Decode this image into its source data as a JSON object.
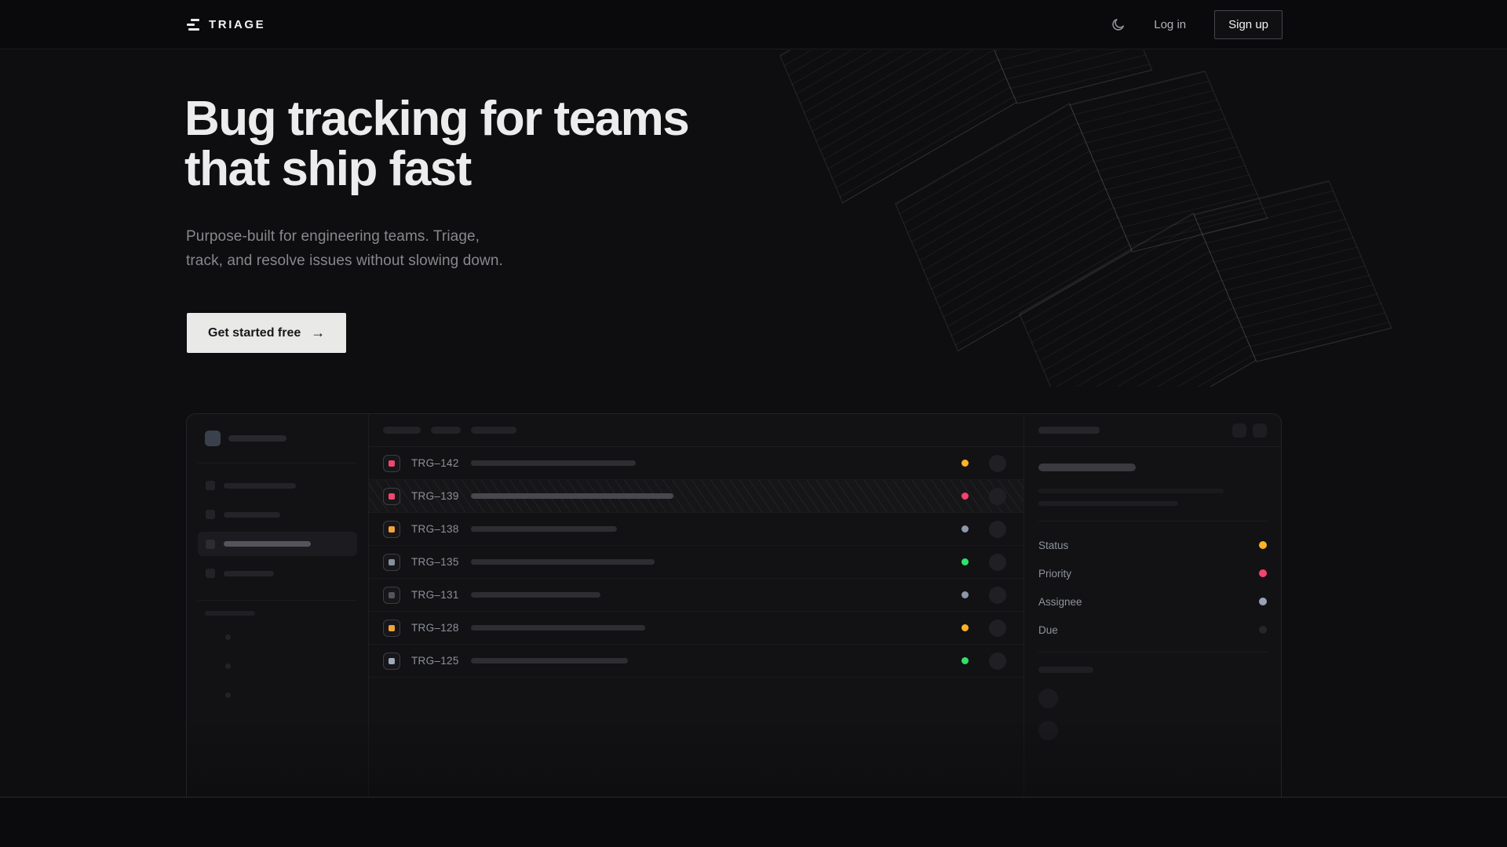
{
  "nav": {
    "brand": "TRIAGE",
    "login_label": "Log in",
    "signup_label": "Sign up"
  },
  "hero": {
    "title_line1": "Bug tracking for teams",
    "title_line2": "that ship fast",
    "subtitle": "Purpose-built for engineering teams. Triage, track, and resolve issues without slowing down.",
    "cta_label": "Get started free",
    "cta_arrow": "→"
  },
  "mockup": {
    "sidebar": {
      "nav_bar_widths": [
        92,
        72,
        111,
        64
      ],
      "active_index": 2,
      "dot_count": 3
    },
    "list_header_pills": [
      48,
      38,
      58
    ],
    "issues": [
      {
        "id": "TRG–142",
        "priority_color": "#ef476f",
        "status_color": "#ffb224",
        "title_width": 210,
        "selected": false
      },
      {
        "id": "TRG–139",
        "priority_color": "#ef476f",
        "status_color": "#f5426e",
        "title_width": 258,
        "selected": true
      },
      {
        "id": "TRG–138",
        "priority_color": "#f2a33c",
        "status_color": "#8d97ab",
        "title_width": 186,
        "selected": false
      },
      {
        "id": "TRG–135",
        "priority_color": "#87909f",
        "status_color": "#2fe268",
        "title_width": 234,
        "selected": false
      },
      {
        "id": "TRG–131",
        "priority_color": "#53555c",
        "status_color": "#8d97ab",
        "title_width": 165,
        "selected": false
      },
      {
        "id": "TRG–128",
        "priority_color": "#f2a33c",
        "status_color": "#ffb224",
        "title_width": 222,
        "selected": false
      },
      {
        "id": "TRG–125",
        "priority_color": "#9fa9bc",
        "status_color": "#2fe268",
        "title_width": 200,
        "selected": false
      }
    ],
    "panel_rows": [
      {
        "label": "Status",
        "color": "#ffb224"
      },
      {
        "label": "Priority",
        "color": "#f5426e"
      },
      {
        "label": "Assignee",
        "color": "#98a3b5"
      },
      {
        "label": "Due",
        "color": "#26262a"
      }
    ]
  },
  "colors": {
    "amber": "#ffb224",
    "pink": "#f5426e",
    "green": "#2fe268",
    "slate": "#8d97ab",
    "cta_bg": "#e9e9e7",
    "page_bg": "#0e0e10"
  }
}
